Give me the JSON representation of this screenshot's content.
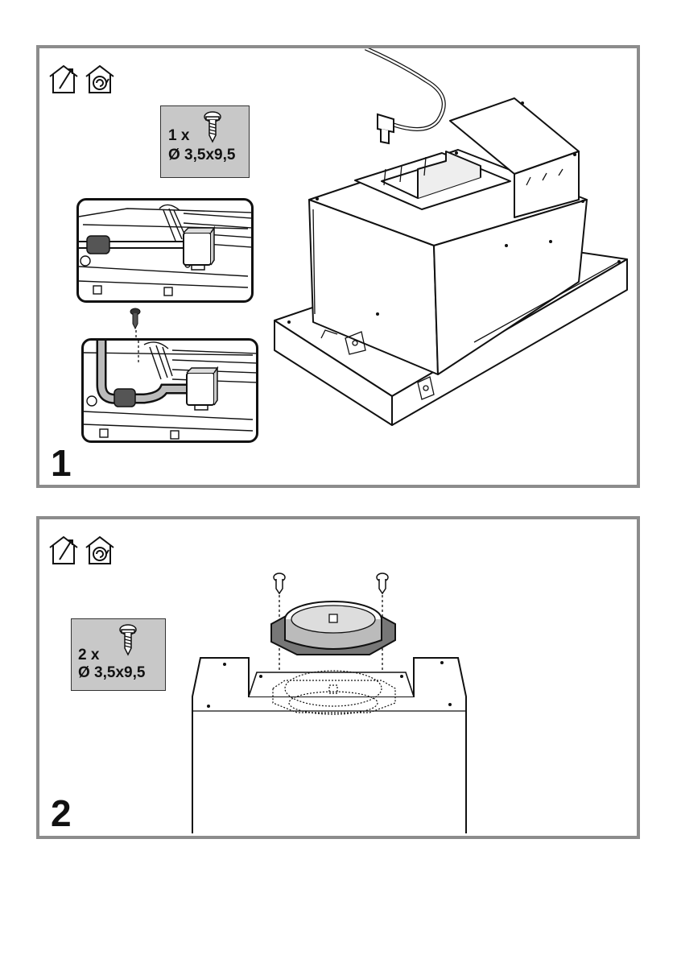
{
  "steps": [
    {
      "number": "1",
      "screw_spec": {
        "quantity": "1 x",
        "size": "Ø 3,5x9,5",
        "icon": "screw-icon"
      },
      "mode_icons": [
        "ducted-exhaust-icon",
        "recirculation-icon"
      ]
    },
    {
      "number": "2",
      "screw_spec": {
        "quantity": "2 x",
        "size": "Ø 3,5x9,5",
        "icon": "screw-icon"
      },
      "mode_icons": [
        "ducted-exhaust-icon",
        "recirculation-icon"
      ]
    }
  ],
  "colors": {
    "panel_border": "#8c8c8c",
    "screw_box_fill": "#c8c8c8",
    "line": "#111111"
  }
}
